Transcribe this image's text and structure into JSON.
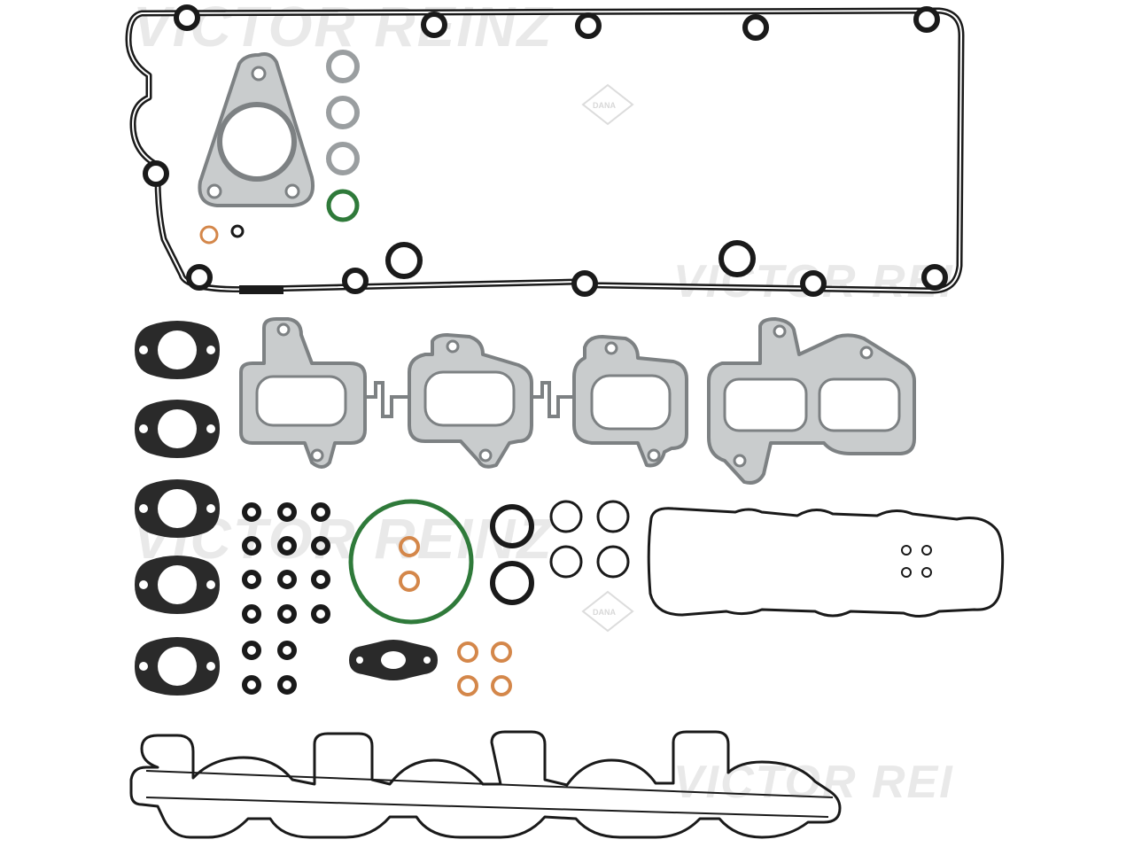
{
  "image": {
    "subject": "engine head gasket set product photo",
    "watermarks": {
      "brand_top": "VICTOR REINZ",
      "brand_mid": "VICTOR REINZ",
      "brand_right_top": "VICTOR REI",
      "brand_right_bottom": "VICTOR REI",
      "badge_top": "DANA",
      "badge_mid": "DANA"
    },
    "colors": {
      "rubber": "#1a1a1a",
      "steel": "#8f9396",
      "steel_fill": "#c9cccd",
      "green_ring": "#2f7a3a",
      "copper": "#d4874a",
      "watermark": "#e9e9e9"
    },
    "parts": {
      "valve_cover_gasket": 1,
      "turbo_gasket": 1,
      "steel_o_rings": 3,
      "green_o_rings": 2,
      "flange_gaskets": 5,
      "exhaust_manifold_gaskets": 4,
      "small_o_rings": 17,
      "copper_washers": 7,
      "thin_o_rings": 6,
      "intake_manifold_gasket": 1,
      "small_cover_gasket": 1
    }
  }
}
